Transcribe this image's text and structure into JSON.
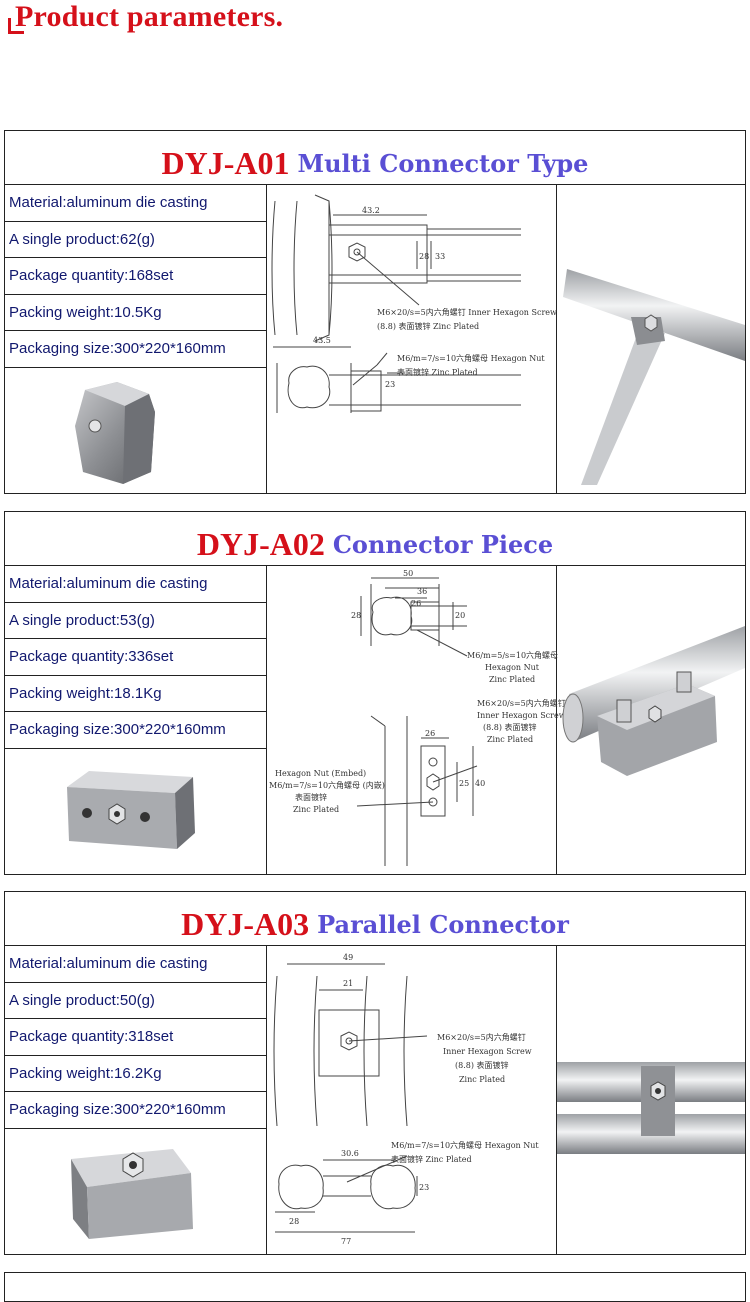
{
  "header": {
    "title": "Product parameters."
  },
  "products": [
    {
      "model": "DYJ-A01",
      "type": "Multi Connector Type",
      "params": [
        "Material:aluminum die casting",
        "A single product:62(g)",
        "Package quantity:168set",
        "Packing weight:10.5Kg",
        "Packaging size:300*220*160mm"
      ],
      "diagram": {
        "dims": [
          "43.2",
          "28",
          "33",
          "43.5",
          "23"
        ],
        "notes": [
          "M6×20/s=5内六角螺钉 Inner Hexagon Screw",
          "(8.8) 表面镀锌  Zinc Plated",
          "M6/m=7/s=10六角螺母  Hexagon Nut",
          "表面镀锌  Zinc Plated"
        ]
      }
    },
    {
      "model": "DYJ-A02",
      "type": "Connector Piece",
      "params": [
        "Material:aluminum die casting",
        "A single product:53(g)",
        "Package quantity:336set",
        "Packing weight:18.1Kg",
        "Packaging size:300*220*160mm"
      ],
      "diagram": {
        "dims": [
          "50",
          "36",
          "26",
          "28",
          "20",
          "26",
          "25",
          "40"
        ],
        "notes": [
          "M6/m=5/s=10六角螺母",
          "Hexagon Nut",
          "Zinc Plated",
          "M6×20/s=5内六角螺钉",
          "Inner Hexagon Screw",
          "(8.8) 表面镀锌",
          "Zinc Plated",
          "Hexagon  Nut (Embed)",
          "M6/m=7/s=10六角螺母 (内嵌)",
          "表面镀锌",
          "Zinc Plated"
        ]
      }
    },
    {
      "model": "DYJ-A03",
      "type": "Parallel Connector",
      "params": [
        "Material:aluminum die casting",
        "A single product:50(g)",
        "Package quantity:318set",
        "Packing weight:16.2Kg",
        "Packaging size:300*220*160mm"
      ],
      "diagram": {
        "dims": [
          "49",
          "21",
          "30.6",
          "23",
          "28",
          "77"
        ],
        "notes": [
          "M6×20/s=5内六角螺钉",
          "Inner Hexagon Screw",
          "(8.8) 表面镀锌",
          "Zinc Plated",
          "M6/m=7/s=10六角螺母  Hexagon Nut",
          "表面镀锌  Zinc Plated"
        ]
      }
    }
  ],
  "colors": {
    "title_red": "#d5101a",
    "type_purple": "#5a4fd4",
    "param_text": "#11186e"
  }
}
